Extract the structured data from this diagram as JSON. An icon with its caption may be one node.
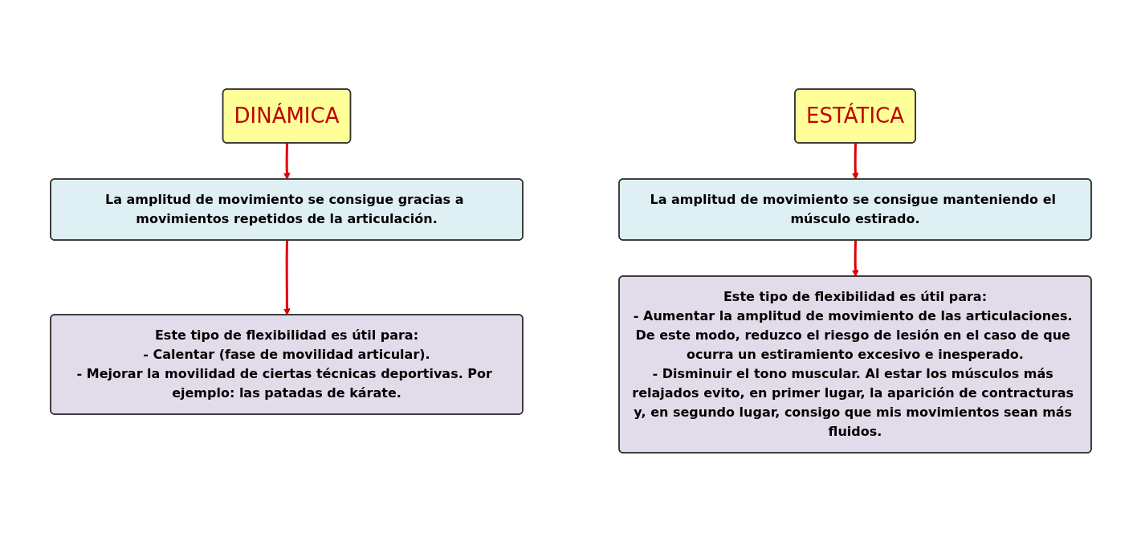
{
  "diagram": {
    "nodes": [
      {
        "text": [
          "DINÁMICA"
        ]
      },
      {
        "text": [
          "La amplitud de movimiento se consigue gracias a movimientos repetidos de la articulación."
        ]
      },
      {
        "text": [
          "Este tipo de flexibilidad es útil para:",
          "- Calentar (fase de movilidad articular).",
          "- Mejorar la movilidad de ciertas técnicas deportivas. Por ejemplo: las patadas de kárate."
        ]
      },
      {
        "text": [
          "ESTÁTICA"
        ]
      },
      {
        "text": [
          "La amplitud de movimiento se consigue manteniendo el músculo estirado."
        ]
      },
      {
        "text": [
          "Este tipo de flexibilidad es útil para:",
          "- Aumentar la amplitud de movimiento de las articulaciones. De este modo, reduzco el riesgo de lesión en el caso de que ocurra un estiramiento excesivo e inesperado.",
          "- Disminuir el tono muscular. Al estar los músculos más relajados evito, en primer lugar, la aparición de contracturas y, en segundo lugar, consigo que mis movimientos sean más fluidos."
        ]
      }
    ],
    "edges": [
      {
        "from": 0,
        "to": 1,
        "arrow": "to"
      },
      {
        "from": 1,
        "to": 2,
        "arrow": "to"
      },
      {
        "from": 3,
        "to": 4,
        "arrow": "to"
      },
      {
        "from": 4,
        "to": 5,
        "arrow": "to"
      }
    ]
  }
}
